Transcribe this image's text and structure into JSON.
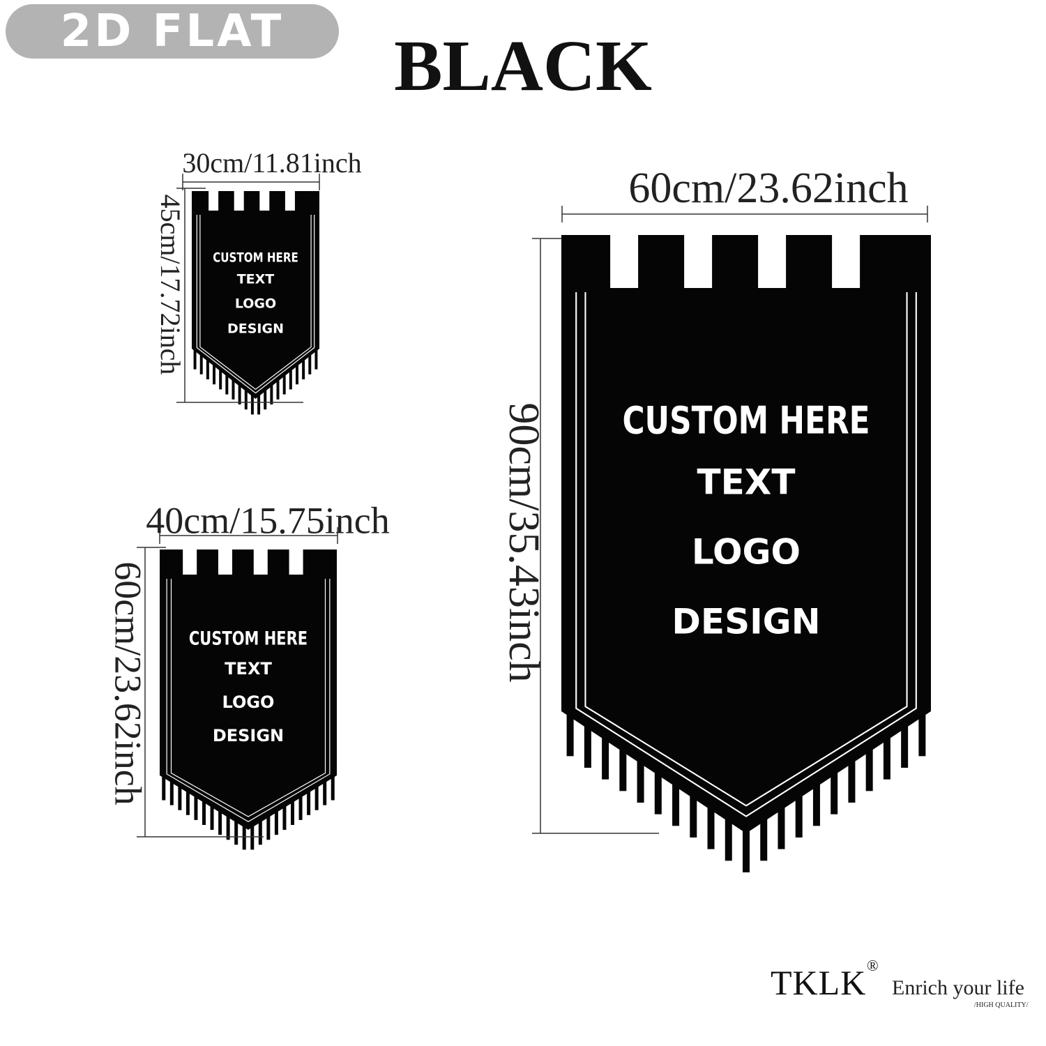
{
  "badge": "2D FLAT",
  "title": "BLACK",
  "colors": {
    "banner": "#050505",
    "badge_bg": "#b3b3b3",
    "dimension_line": "#333333",
    "banner_text": "#ffffff"
  },
  "banners": [
    {
      "id": "small",
      "width_label": "30cm/11.81inch",
      "height_label": "45cm/17.72inch",
      "text_lines": [
        "CUSTOM HERE",
        "TEXT",
        "LOGO",
        "DESIGN"
      ]
    },
    {
      "id": "medium",
      "width_label": "40cm/15.75inch",
      "height_label": "60cm/23.62inch",
      "text_lines": [
        "CUSTOM HERE",
        "TEXT",
        "LOGO",
        "DESIGN"
      ]
    },
    {
      "id": "large",
      "width_label": "60cm/23.62inch",
      "height_label": "90cm/35.43inch",
      "text_lines": [
        "CUSTOM HERE",
        "TEXT",
        "LOGO",
        "DESIGN"
      ]
    }
  ],
  "brand": {
    "name": "TKLK",
    "reg": "®",
    "tagline": "Enrich your life",
    "sub": "/HIGH QUALITY/"
  }
}
